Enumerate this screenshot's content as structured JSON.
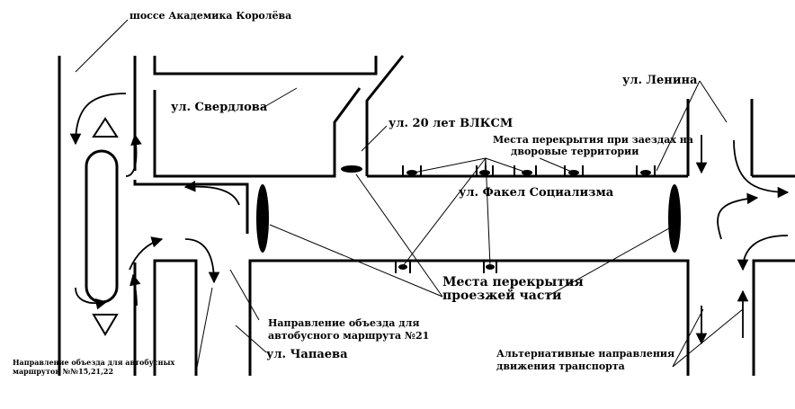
{
  "labels": {
    "korolev_highway": "шоссе Академика Королёва",
    "sverdlova_st": "ул. Свердлова",
    "lenina_st": "ул. Ленина",
    "vlksm_st": "ул. 20 лет ВЛКСМ",
    "closures_yards_line1": "Места перекрытия при заездах на",
    "closures_yards_line2": "дворовые территории",
    "fakel_st": "ул. Факел Социализма",
    "closures_road_line1": "Места перекрытия",
    "closures_road_line2": "проезжей части",
    "detour_21_line1": "Направление объезда для",
    "detour_21_line2": "автобусного маршрута №21",
    "chapaeva_st": "ул. Чапаева",
    "detour_15_line1": "Направление объезда для автобусных",
    "detour_15_line2": "маршрутов №№15,21,22",
    "alternative_line1": "Альтернативные направления",
    "alternative_line2": "движения транспорта"
  },
  "colors": {
    "ink": "#000000",
    "background": "#ffffff"
  }
}
